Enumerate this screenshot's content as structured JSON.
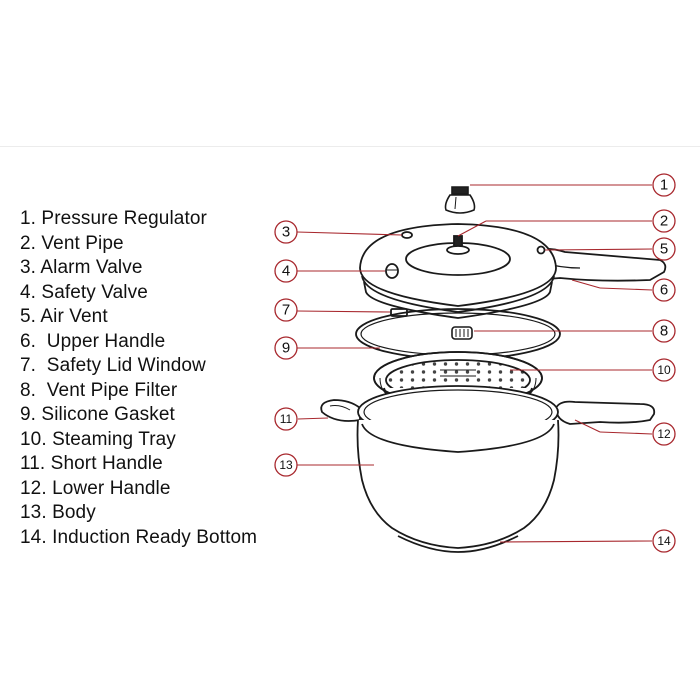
{
  "parts": [
    "1. Pressure Regulator",
    "2. Vent Pipe",
    "3. Alarm Valve",
    "4. Safety Valve",
    "5. Air Vent",
    "6.  Upper Handle",
    "7.  Safety Lid Window",
    "8.  Vent Pipe Filter",
    "9. Silicone Gasket",
    "10. Steaming Tray",
    "11. Short Handle",
    "12. Lower Handle",
    "13. Body",
    "14. Induction Ready Bottom"
  ],
  "callouts": [
    "1",
    "2",
    "3",
    "4",
    "5",
    "6",
    "7",
    "8",
    "9",
    "10",
    "11",
    "12",
    "13",
    "14"
  ],
  "colors": {
    "leader": "#a8282e",
    "outline": "#1a1a1a"
  }
}
